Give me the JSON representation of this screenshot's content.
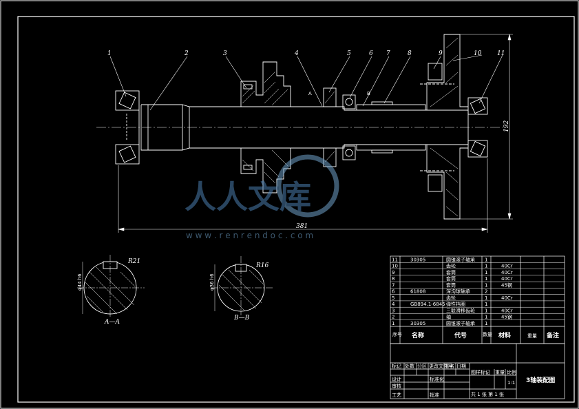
{
  "callouts": [
    "1",
    "2",
    "3",
    "4",
    "5",
    "6",
    "7",
    "8",
    "9",
    "10",
    "11"
  ],
  "dimensions": {
    "length": "381",
    "height": "192",
    "section_aa_radius": "R21",
    "section_aa_dia": "φ44 h6",
    "section_bb_radius": "R16",
    "section_bb_dia": "φ36 h6"
  },
  "section_labels": {
    "aa": "A—A",
    "bb": "B—B",
    "a": "A",
    "b": "B"
  },
  "watermark": {
    "brand": "人人文库",
    "url": "w w w . r e n r e n d o c . c o m"
  },
  "bom": {
    "rows": [
      {
        "no": "11",
        "code": "30305",
        "name": "圆锥滚子轴承",
        "qty": "1",
        "material": "",
        "note": ""
      },
      {
        "no": "10",
        "code": "",
        "name": "齿轮",
        "qty": "1",
        "material": "40Cr",
        "note": ""
      },
      {
        "no": "9",
        "code": "",
        "name": "套筒",
        "qty": "1",
        "material": "40Cr",
        "note": ""
      },
      {
        "no": "8",
        "code": "",
        "name": "套筒",
        "qty": "1",
        "material": "40Cr",
        "note": ""
      },
      {
        "no": "7",
        "code": "",
        "name": "套筒",
        "qty": "1",
        "material": "45钢",
        "note": ""
      },
      {
        "no": "6",
        "code": "61808",
        "name": "深沟球轴承",
        "qty": "2",
        "material": "",
        "note": ""
      },
      {
        "no": "5",
        "code": "",
        "name": "齿轮",
        "qty": "1",
        "material": "40Cr",
        "note": ""
      },
      {
        "no": "4",
        "code": "GB894.1-6845",
        "name": "弹性挡圈",
        "qty": "1",
        "material": "",
        "note": ""
      },
      {
        "no": "3",
        "code": "",
        "name": "三联滑移齿轮",
        "qty": "1",
        "material": "40Cr",
        "note": ""
      },
      {
        "no": "2",
        "code": "",
        "name": "轴",
        "qty": "1",
        "material": "45钢",
        "note": ""
      },
      {
        "no": "1",
        "code": "30305",
        "name": "圆锥滚子轴承",
        "qty": "1",
        "material": "",
        "note": ""
      }
    ],
    "header": {
      "no": "序号",
      "name": "名称",
      "code": "代号",
      "qty": "数量",
      "material": "材料",
      "weight": "重量",
      "note": "备注"
    }
  },
  "title_block": {
    "title": "3轴装配图",
    "scale": "1:1",
    "stage_label": "图样标记",
    "weight_label": "重量",
    "scale_label": "比例",
    "sheets": "共 1 张  第 1 张",
    "rev_cols": [
      "标记",
      "处数",
      "分区",
      "更改文件号",
      "签名",
      "日期"
    ],
    "roles": [
      "设计",
      "审核",
      "工艺"
    ],
    "extra": [
      "标准化",
      "批准"
    ]
  }
}
